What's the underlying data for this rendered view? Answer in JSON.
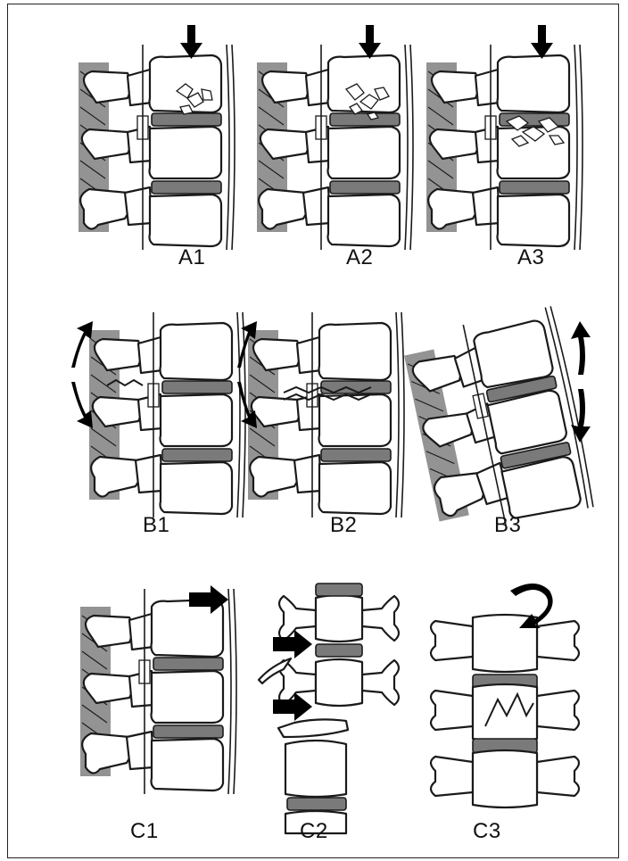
{
  "panels": [
    {
      "id": "A1",
      "label": "A1"
    },
    {
      "id": "A2",
      "label": "A2"
    },
    {
      "id": "A3",
      "label": "A3"
    },
    {
      "id": "B1",
      "label": "B1"
    },
    {
      "id": "B2",
      "label": "B2"
    },
    {
      "id": "B3",
      "label": "B3"
    },
    {
      "id": "C1",
      "label": "C1"
    },
    {
      "id": "C2",
      "label": "C2"
    },
    {
      "id": "C3",
      "label": "C3"
    }
  ],
  "colors": {
    "ink": "#1a1a1a",
    "disc": "#7a7a7a",
    "background": "#ffffff"
  }
}
